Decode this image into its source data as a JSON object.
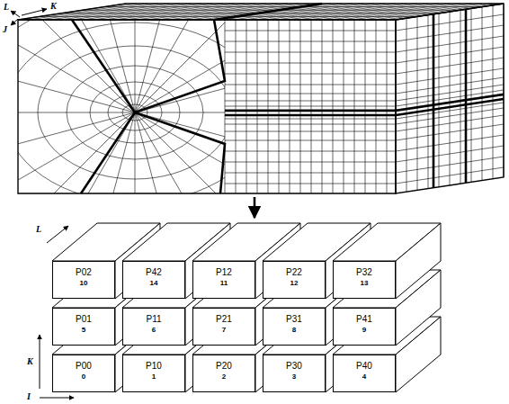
{
  "diagram": {
    "nodes": [
      {
        "text": [
          "P02",
          "10"
        ]
      },
      {
        "text": [
          "P42",
          "14"
        ]
      },
      {
        "text": [
          "P12",
          "11"
        ]
      },
      {
        "text": [
          "P22",
          "12"
        ]
      },
      {
        "text": [
          "P32",
          "13"
        ]
      },
      {
        "text": [
          "P01",
          "5"
        ]
      },
      {
        "text": [
          "P11",
          "6"
        ]
      },
      {
        "text": [
          "P21",
          "7"
        ]
      },
      {
        "text": [
          "P31",
          "8"
        ]
      },
      {
        "text": [
          "P41",
          "9"
        ]
      },
      {
        "text": [
          "P00",
          "0"
        ]
      },
      {
        "text": [
          "P10",
          "1"
        ]
      },
      {
        "text": [
          "P20",
          "2"
        ]
      },
      {
        "text": [
          "P30",
          "3"
        ]
      },
      {
        "text": [
          "P40",
          "4"
        ]
      }
    ],
    "labels": [
      "L",
      "K",
      "J",
      "L",
      "K",
      "I"
    ]
  }
}
